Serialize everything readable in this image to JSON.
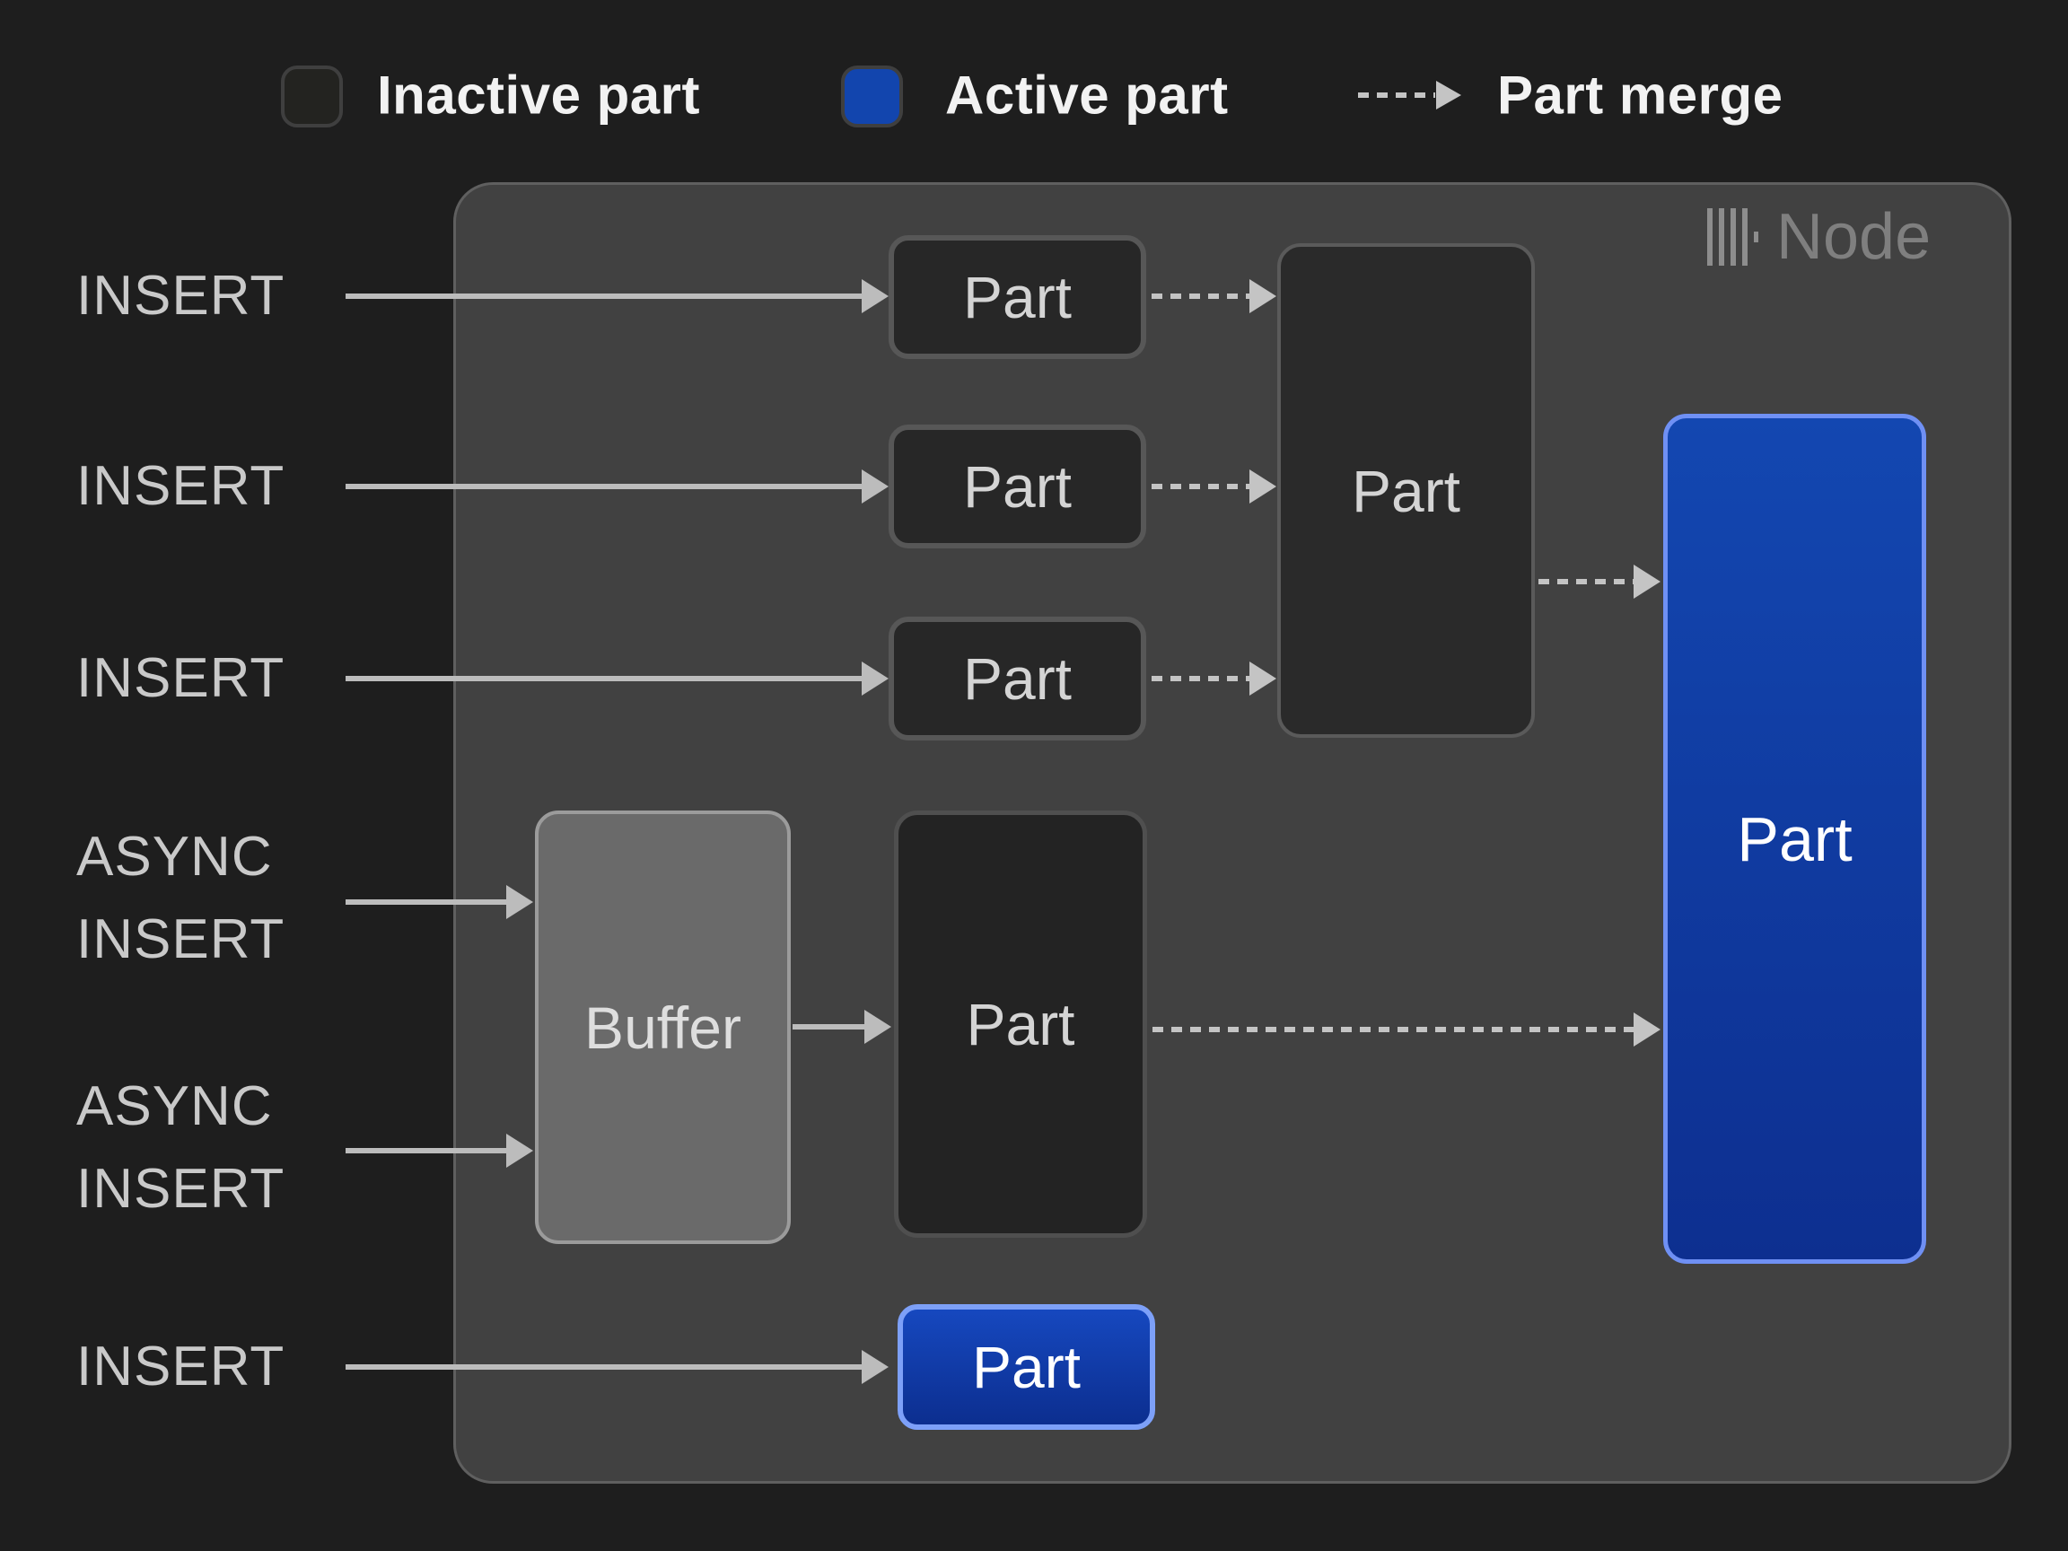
{
  "legend": {
    "inactive_label": "Inactive part",
    "active_label": "Active part",
    "merge_label": "Part merge"
  },
  "node": {
    "title": "Node",
    "icon": "clickhouse-bars-icon"
  },
  "sources": [
    {
      "label": "INSERT"
    },
    {
      "label": "INSERT"
    },
    {
      "label": "INSERT"
    },
    {
      "line1": "ASYNC",
      "line2": "INSERT"
    },
    {
      "line1": "ASYNC",
      "line2": "INSERT"
    },
    {
      "label": "INSERT"
    }
  ],
  "boxes": {
    "inactive_parts": [
      "Part",
      "Part",
      "Part"
    ],
    "merge_target_part": "Part",
    "buffer": "Buffer",
    "async_part": "Part",
    "active_part_main": "Part",
    "active_part_new": "Part"
  },
  "colors": {
    "background": "#1e1e1e",
    "node_fill": "#414141",
    "node_border": "#5f5f5f",
    "inactive_fill": "#272727",
    "inactive_border": "#575757",
    "active_blue": "#1245ae",
    "active_grad_top": "#1347b1",
    "active_grad_bottom": "#0d2f90",
    "active_border": "#7da0f8",
    "buffer_fill": "#6a6a6a",
    "buffer_border": "#9b9b9b",
    "arrow": "#bcbcbc",
    "dash": "#c4c4c4",
    "label_text": "#c9c9c9",
    "part_text": "#d4d4d4",
    "legend_text": "#f2f2f2",
    "node_label": "#7f7f7f"
  }
}
